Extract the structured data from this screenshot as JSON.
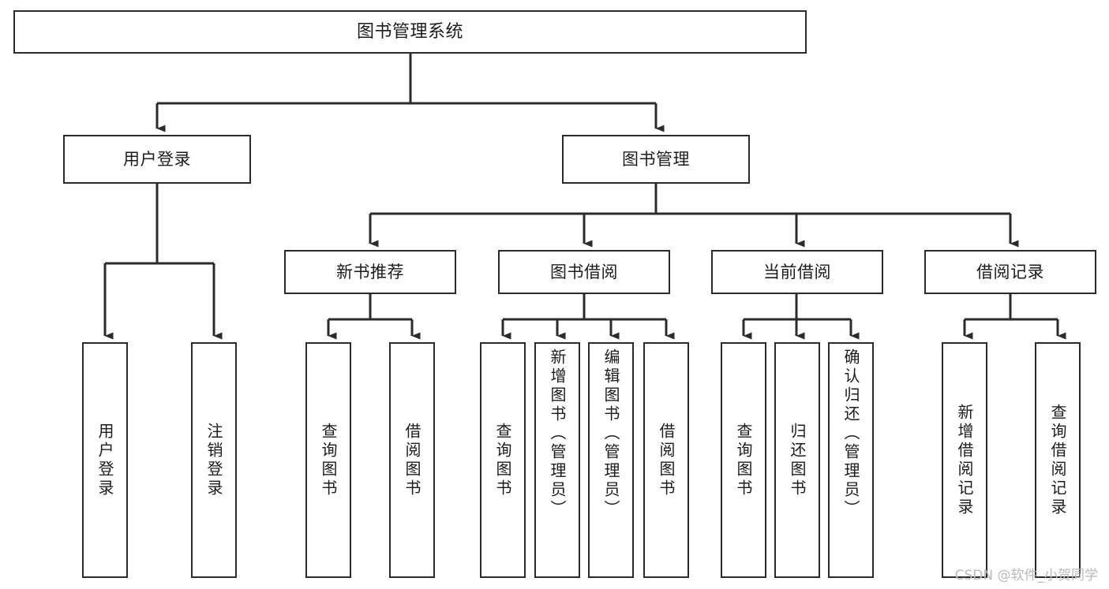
{
  "diagram": {
    "title": "图书管理系统",
    "type": "hierarchy-tree",
    "root": {
      "id": "root",
      "label": "图书管理系统"
    },
    "level2": [
      {
        "id": "user-login",
        "label": "用户登录"
      },
      {
        "id": "book-manage",
        "label": "图书管理"
      }
    ],
    "level3": [
      {
        "id": "new-book-recommend",
        "label": "新书推荐",
        "parent": "book-manage"
      },
      {
        "id": "book-borrow",
        "label": "图书借阅",
        "parent": "book-manage"
      },
      {
        "id": "current-borrow",
        "label": "当前借阅",
        "parent": "book-manage"
      },
      {
        "id": "borrow-record",
        "label": "借阅记录",
        "parent": "book-manage"
      }
    ],
    "leaves": [
      {
        "id": "leaf-user-login",
        "label": "用户登录",
        "parent": "user-login"
      },
      {
        "id": "leaf-logout-login",
        "label": "注销登录",
        "parent": "user-login"
      },
      {
        "id": "leaf-query-book-1",
        "label": "查询图书",
        "parent": "new-book-recommend"
      },
      {
        "id": "leaf-borrow-book-1",
        "label": "借阅图书",
        "parent": "new-book-recommend"
      },
      {
        "id": "leaf-query-book-2",
        "label": "查询图书",
        "parent": "book-borrow"
      },
      {
        "id": "leaf-add-book",
        "label": "新增图书（管理员）",
        "parent": "book-borrow"
      },
      {
        "id": "leaf-edit-book",
        "label": "编辑图书（管理员）",
        "parent": "book-borrow"
      },
      {
        "id": "leaf-borrow-book-2",
        "label": "借阅图书",
        "parent": "book-borrow"
      },
      {
        "id": "leaf-query-book-3",
        "label": "查询图书",
        "parent": "current-borrow"
      },
      {
        "id": "leaf-return-book",
        "label": "归还图书",
        "parent": "current-borrow"
      },
      {
        "id": "leaf-confirm-return",
        "label": "确认归还（管理员）",
        "parent": "current-borrow"
      },
      {
        "id": "leaf-add-record",
        "label": "新增借阅记录",
        "parent": "borrow-record"
      },
      {
        "id": "leaf-query-record",
        "label": "查询借阅记录",
        "parent": "borrow-record"
      }
    ],
    "colors": {
      "stroke": "#2b2b2b",
      "fill": "#ffffff",
      "text": "#1c1c1c",
      "watermark": "#b9b9b9"
    }
  },
  "watermark": {
    "text": "CSDN @软件_小贺同学"
  }
}
